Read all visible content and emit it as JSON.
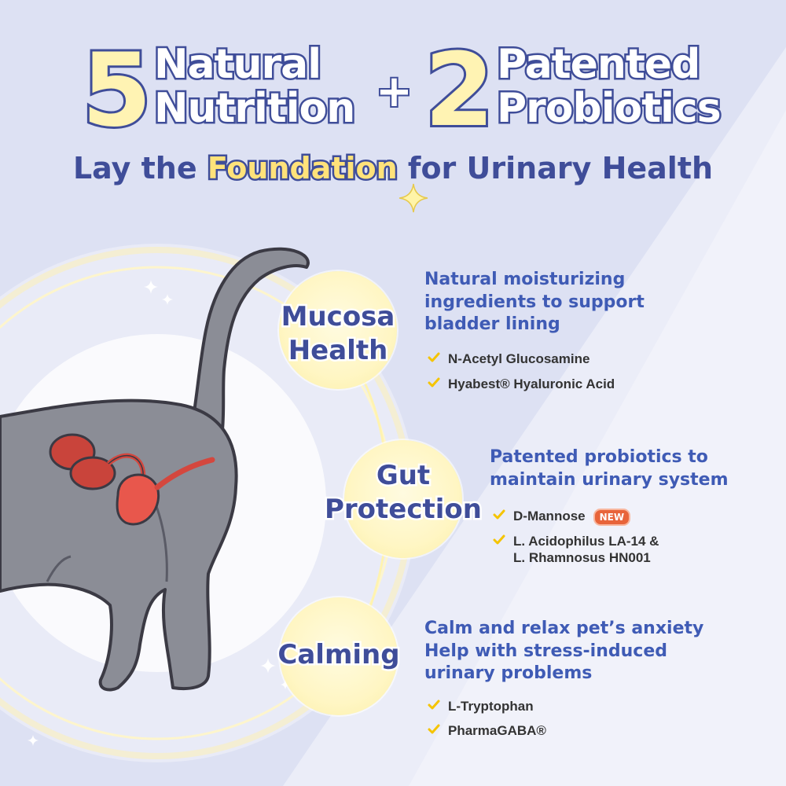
{
  "headline": {
    "num1": "5",
    "words1": [
      "Natural",
      "Nutrition"
    ],
    "plus": "+",
    "num2": "2",
    "words2": [
      "Patented",
      "Probiotics"
    ]
  },
  "subtitle": {
    "before": "Lay the",
    "highlight": "Foundation",
    "after": "for Urinary Health"
  },
  "features": [
    {
      "bubble": [
        "Mucosa",
        "Health"
      ],
      "title": [
        "Natural moisturizing",
        "ingredients to support",
        "bladder lining"
      ],
      "items": [
        {
          "text": [
            "N-Acetyl Glucosamine"
          ]
        },
        {
          "text": [
            "Hyabest® Hyaluronic Acid"
          ]
        }
      ]
    },
    {
      "bubble": [
        "Gut",
        "Protection"
      ],
      "title": [
        "Patented probiotics to",
        "maintain urinary system"
      ],
      "items": [
        {
          "text": [
            "D-Mannose"
          ],
          "badge": "NEW"
        },
        {
          "text": [
            "L. Acidophilus LA-14 &",
            "L. Rhamnosus HN001"
          ]
        }
      ]
    },
    {
      "bubble": [
        "Calming"
      ],
      "title": [
        "Calm and relax pet’s anxiety",
        "Help with stress-induced",
        "urinary problems"
      ],
      "items": [
        {
          "text": [
            "L-Tryptophan"
          ]
        },
        {
          "text": [
            "PharmaGABA®"
          ]
        }
      ]
    }
  ],
  "colors": {
    "background": "#dde1f3",
    "navy": "#3f4d99",
    "title_blue": "#3f5bb5",
    "highlight_yellow": "#ffe27a",
    "bubble_yellow": "#fff6c4",
    "check_yellow": "#f5c400",
    "new_badge": "#e8643a",
    "cat_gray": "#8b8d96",
    "organ_red": "#d4473e"
  },
  "icons": [
    "sparkle-icon",
    "check-icon",
    "cat-illustration",
    "kidney-illustration"
  ]
}
